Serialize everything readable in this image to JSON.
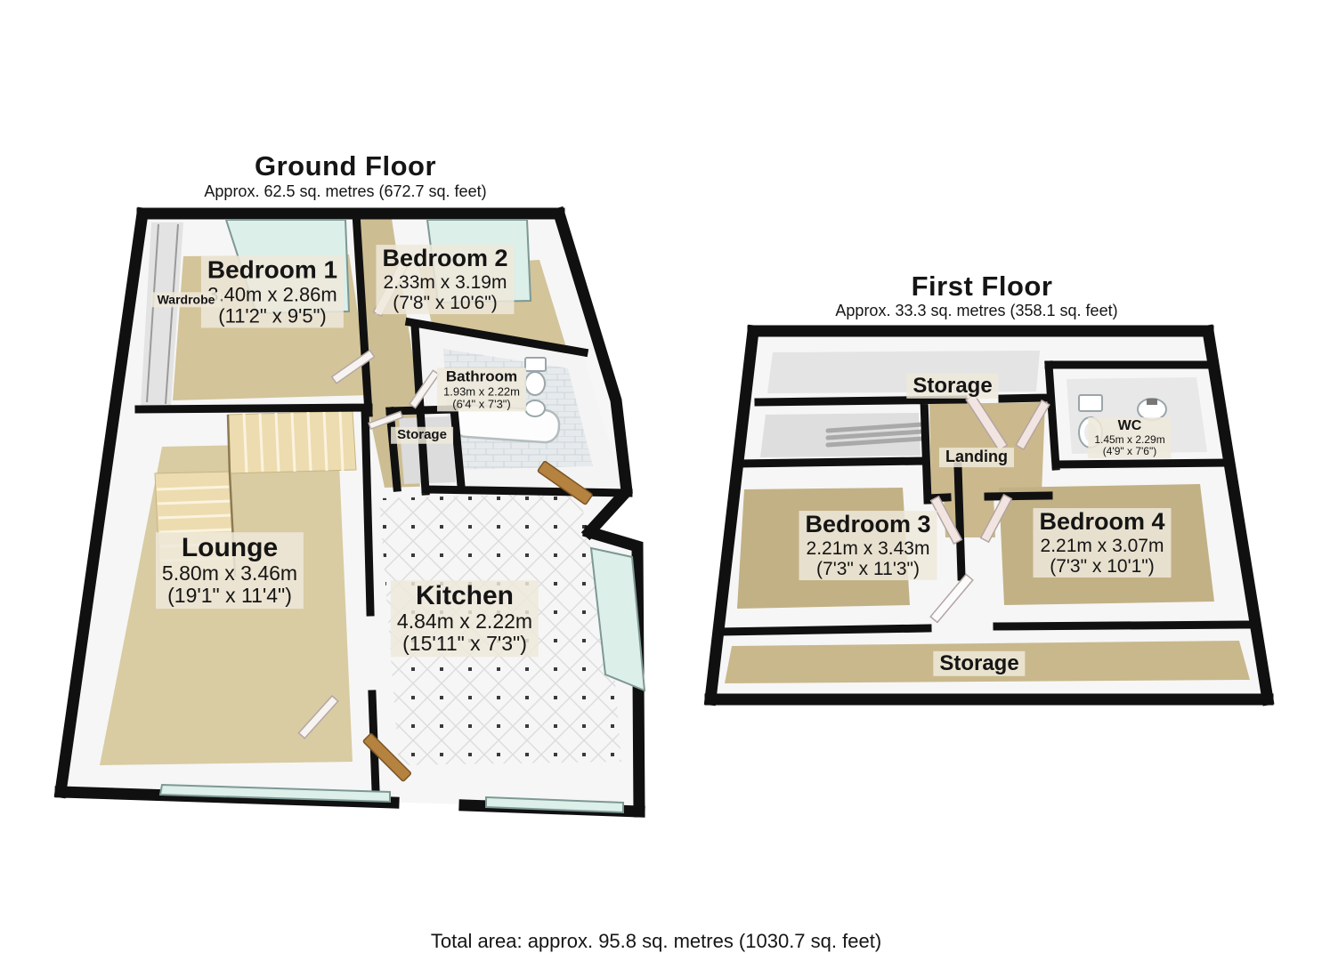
{
  "ground_floor": {
    "title": "Ground Floor",
    "area": "Approx. 62.5 sq. metres (672.7 sq. feet)",
    "rooms": {
      "bedroom1": {
        "name": "Bedroom 1",
        "metric": "3.40m x 2.86m",
        "imperial": "(11'2\" x 9'5\")"
      },
      "bedroom2": {
        "name": "Bedroom 2",
        "metric": "2.33m x 3.19m",
        "imperial": "(7'8\" x 10'6\")"
      },
      "bathroom": {
        "name": "Bathroom",
        "metric": "1.93m x 2.22m",
        "imperial": "(6'4\" x 7'3\")"
      },
      "storage": {
        "name": "Storage"
      },
      "wardrobe": {
        "name": "Wardrobe"
      },
      "lounge": {
        "name": "Lounge",
        "metric": "5.80m x 3.46m",
        "imperial": "(19'1\" x 11'4\")"
      },
      "kitchen": {
        "name": "Kitchen",
        "metric": "4.84m x 2.22m",
        "imperial": "(15'11\" x 7'3\")"
      }
    }
  },
  "first_floor": {
    "title": "First Floor",
    "area": "Approx. 33.3 sq. metres (358.1 sq. feet)",
    "rooms": {
      "storage_top": {
        "name": "Storage"
      },
      "wc": {
        "name": "WC",
        "metric": "1.45m x 2.29m",
        "imperial": "(4'9\" x 7'6\")"
      },
      "landing": {
        "name": "Landing"
      },
      "bedroom3": {
        "name": "Bedroom 3",
        "metric": "2.21m x 3.43m",
        "imperial": "(7'3\" x 11'3\")"
      },
      "bedroom4": {
        "name": "Bedroom 4",
        "metric": "2.21m x 3.07m",
        "imperial": "(7'3\" x 10'1\")"
      },
      "storage_bottom": {
        "name": "Storage"
      }
    }
  },
  "footer": {
    "total_area": "Total area: approx. 95.8 sq. metres (1030.7 sq. feet)"
  },
  "colors": {
    "wall": "#101010",
    "carpet": "#d3c499",
    "carpet_dark": "#c2b185",
    "hall_carpet": "#cdbd92",
    "window_glass": "#dcefe9",
    "wood_door": "#b5823f",
    "label_bg": "#eee9db"
  }
}
